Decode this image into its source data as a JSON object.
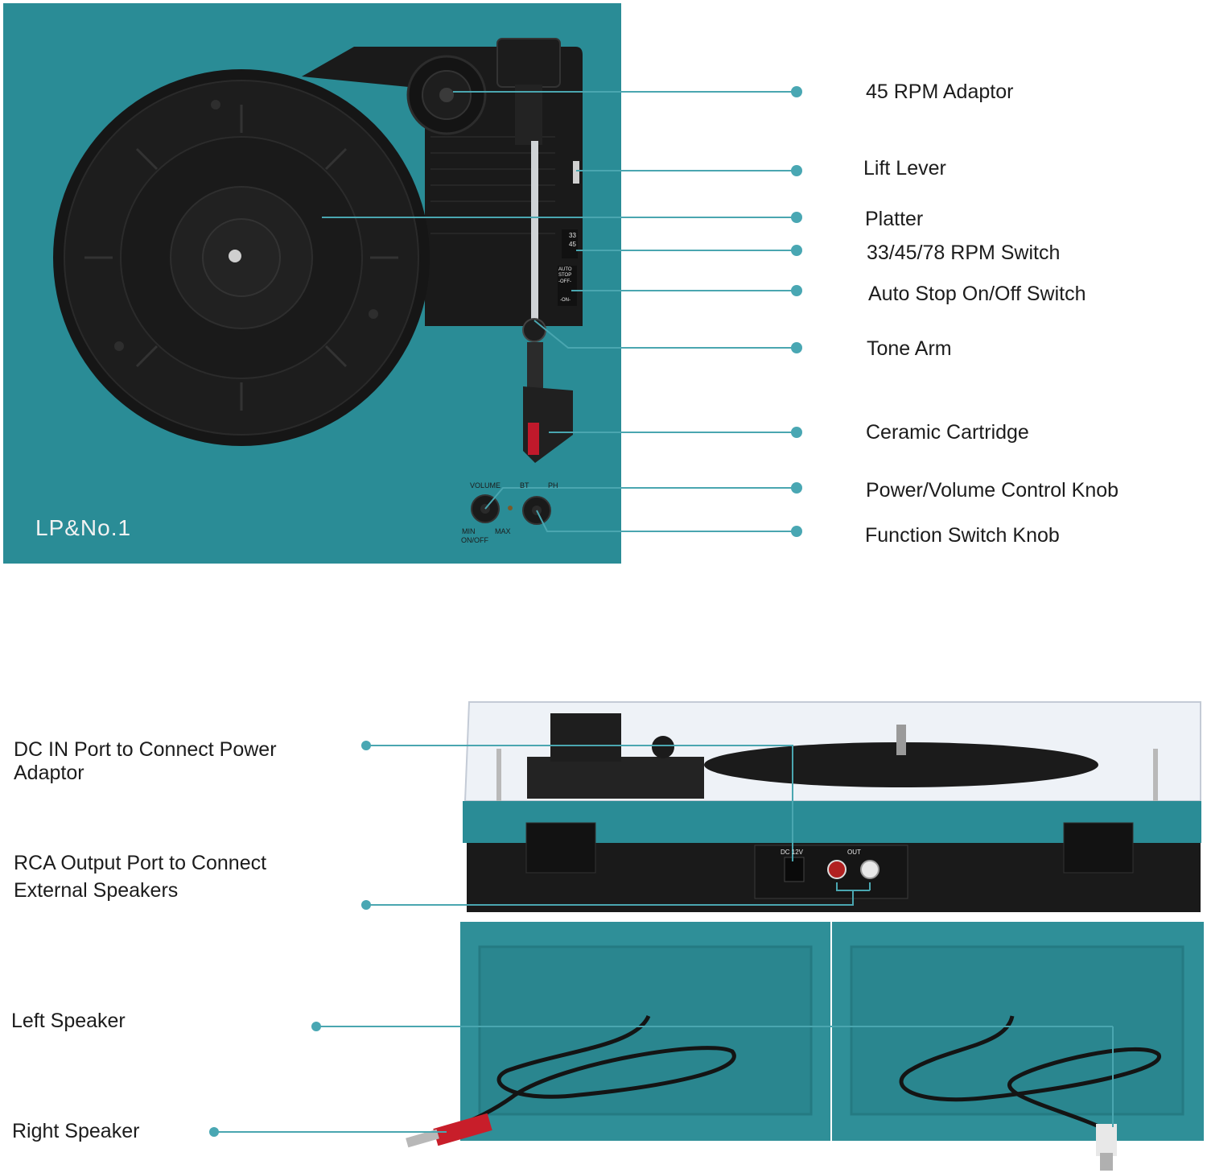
{
  "brand": "LP&No.1",
  "colors": {
    "body_teal": "#2a8c96",
    "speaker_teal": "#2f8f98",
    "deck_black": "#1a1a1a",
    "callout_line": "#4aa6b0",
    "callout_dot": "#49a7b3"
  },
  "panel_marks": {
    "volume": "VOLUME",
    "bt": "BT",
    "ph": "PH",
    "min": "MIN",
    "max": "MAX",
    "onoff": "ON/OFF",
    "rpm_33": "33",
    "rpm_45": "45",
    "auto_stop": "AUTO STOP",
    "off": "-OFF-",
    "on": "-ON-",
    "dc_12v": "DC 12V",
    "out": "OUT"
  },
  "top_labels": [
    "45 RPM Adaptor",
    "Lift Lever",
    "Platter",
    "33/45/78 RPM Switch",
    "Auto Stop On/Off Switch",
    "Tone Arm",
    "Ceramic Cartridge",
    "Power/Volume Control Knob",
    "Function Switch Knob"
  ],
  "bottom_labels": [
    "DC IN Port to Connect Power Adaptor",
    "RCA Output Port to Connect External Speakers",
    "Left Speaker",
    "Right Speaker"
  ]
}
